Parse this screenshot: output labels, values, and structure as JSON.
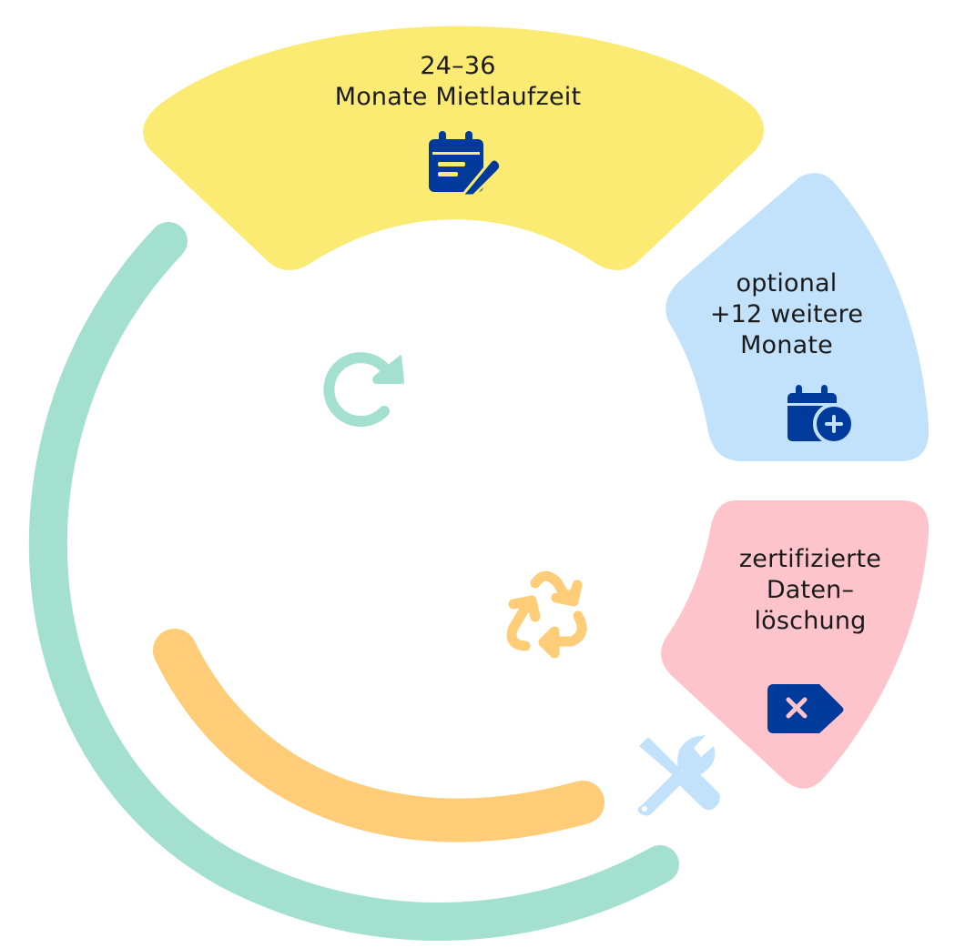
{
  "colors": {
    "yellow": "#FCEB72",
    "blue": "#C2E2FC",
    "pink": "#FEC4CC",
    "green": "#A3E0CF",
    "orange": "#FFCD78",
    "navy": "#003A9B",
    "text": "#1A1A1A"
  },
  "segments": [
    {
      "lines": [
        "24–36",
        "Monate Mietlaufzeit"
      ],
      "icon": "calendar-edit-icon"
    },
    {
      "lines": [
        "optional",
        "+12 weitere",
        "Monate"
      ],
      "icon": "calendar-plus-icon"
    },
    {
      "lines": [
        "zertifizierte",
        "Daten–",
        "löschung"
      ],
      "icon": "tag-x-icon"
    }
  ],
  "decorations": [
    "redo-arrow-icon",
    "recycle-icon",
    "wrench-screwdriver-icon"
  ]
}
